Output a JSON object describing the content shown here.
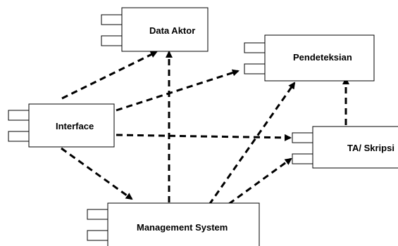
{
  "components": [
    {
      "id": "data-aktor",
      "label": "Data Aktor"
    },
    {
      "id": "pendeteksian",
      "label": "Pendeteksian"
    },
    {
      "id": "interface",
      "label": "Interface"
    },
    {
      "id": "ta-skripsi",
      "label": "TA/ Skripsi"
    },
    {
      "id": "management-system",
      "label": "Management System"
    }
  ],
  "dependencies": [
    {
      "from": "interface",
      "to": "data-aktor"
    },
    {
      "from": "interface",
      "to": "pendeteksian"
    },
    {
      "from": "interface",
      "to": "ta-skripsi"
    },
    {
      "from": "interface",
      "to": "management-system"
    },
    {
      "from": "management-system",
      "to": "data-aktor"
    },
    {
      "from": "management-system",
      "to": "pendeteksian"
    },
    {
      "from": "management-system",
      "to": "ta-skripsi"
    },
    {
      "from": "ta-skripsi",
      "to": "pendeteksian"
    }
  ],
  "colors": {
    "stroke": "#000000",
    "background": "#ffffff"
  }
}
